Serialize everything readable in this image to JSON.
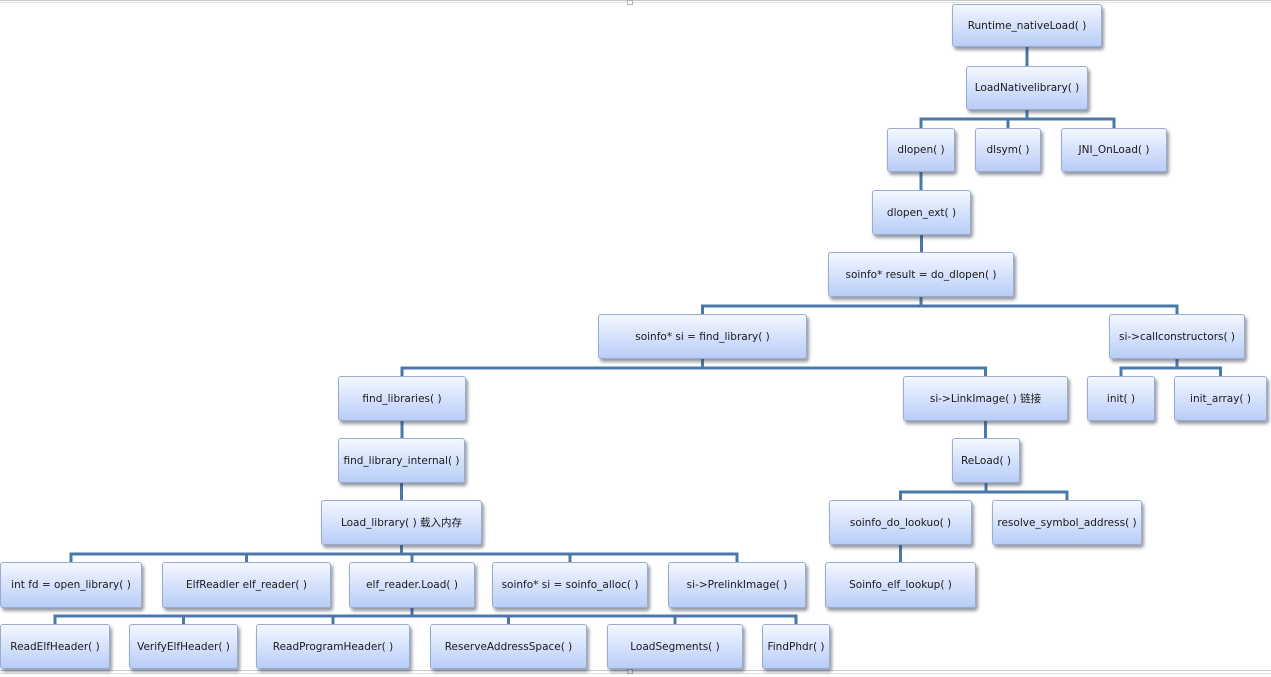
{
  "diagram": {
    "nodes": [
      {
        "id": "runtime_nativeload",
        "label": "Runtime_nativeLoad( )"
      },
      {
        "id": "loadnativelibrary",
        "label": "LoadNativelibrary( )"
      },
      {
        "id": "dlopen",
        "label": "dlopen( )"
      },
      {
        "id": "dlsym",
        "label": "dlsym( )"
      },
      {
        "id": "jni_onload",
        "label": "JNI_OnLoad( )"
      },
      {
        "id": "dlopen_ext",
        "label": "dlopen_ext( )"
      },
      {
        "id": "do_dlopen",
        "label": "soinfo* result = do_dlopen( )"
      },
      {
        "id": "find_library",
        "label": "soinfo* si = find_library( )"
      },
      {
        "id": "callconstructors",
        "label": "si->callconstructors( )"
      },
      {
        "id": "find_libraries",
        "label": "find_libraries( )"
      },
      {
        "id": "linkimage",
        "label": "si->LinkImage( ) 链接"
      },
      {
        "id": "init",
        "label": "init( )"
      },
      {
        "id": "init_array",
        "label": "init_array( )"
      },
      {
        "id": "find_library_internal",
        "label": "find_library_internal( )"
      },
      {
        "id": "reload",
        "label": "ReLoad( )"
      },
      {
        "id": "load_library",
        "label": "Load_library( ) 载入内存"
      },
      {
        "id": "soinfo_do_lookup",
        "label": "soinfo_do_lookuo( )"
      },
      {
        "id": "resolve_symbol_address",
        "label": "resolve_symbol_address( )"
      },
      {
        "id": "open_library",
        "label": "int fd = open_library( )"
      },
      {
        "id": "elf_reader_decl",
        "label": "ElfReadler elf_reader( )"
      },
      {
        "id": "elf_reader_load",
        "label": "elf_reader.Load( )"
      },
      {
        "id": "soinfo_alloc",
        "label": "soinfo* si = soinfo_alloc( )"
      },
      {
        "id": "prelinkimage",
        "label": "si->PrelinkImage( )"
      },
      {
        "id": "soinfo_elf_lookup",
        "label": "Soinfo_elf_lookup( )"
      },
      {
        "id": "readelfheader",
        "label": "ReadElfHeader( )"
      },
      {
        "id": "verifyelfheader",
        "label": "VerifyElfHeader( )"
      },
      {
        "id": "readprogramheader",
        "label": "ReadProgramHeader( )"
      },
      {
        "id": "reserveaddressspace",
        "label": "ReserveAddressSpace( )"
      },
      {
        "id": "loadsegments",
        "label": "LoadSegments( )"
      },
      {
        "id": "findphdr",
        "label": "FindPhdr( )"
      }
    ],
    "edges": [
      [
        "runtime_nativeload",
        "loadnativelibrary"
      ],
      [
        "loadnativelibrary",
        "dlopen"
      ],
      [
        "loadnativelibrary",
        "dlsym"
      ],
      [
        "loadnativelibrary",
        "jni_onload"
      ],
      [
        "dlopen",
        "dlopen_ext"
      ],
      [
        "dlopen_ext",
        "do_dlopen"
      ],
      [
        "do_dlopen",
        "find_library"
      ],
      [
        "do_dlopen",
        "callconstructors"
      ],
      [
        "find_library",
        "find_libraries"
      ],
      [
        "find_library",
        "linkimage"
      ],
      [
        "callconstructors",
        "init"
      ],
      [
        "callconstructors",
        "init_array"
      ],
      [
        "find_libraries",
        "find_library_internal"
      ],
      [
        "find_library_internal",
        "load_library"
      ],
      [
        "linkimage",
        "reload"
      ],
      [
        "reload",
        "soinfo_do_lookup"
      ],
      [
        "reload",
        "resolve_symbol_address"
      ],
      [
        "soinfo_do_lookup",
        "soinfo_elf_lookup"
      ],
      [
        "load_library",
        "open_library"
      ],
      [
        "load_library",
        "elf_reader_decl"
      ],
      [
        "load_library",
        "elf_reader_load"
      ],
      [
        "load_library",
        "soinfo_alloc"
      ],
      [
        "load_library",
        "prelinkimage"
      ],
      [
        "elf_reader_load",
        "readelfheader"
      ],
      [
        "elf_reader_load",
        "verifyelfheader"
      ],
      [
        "elf_reader_load",
        "readprogramheader"
      ],
      [
        "elf_reader_load",
        "reserveaddressspace"
      ],
      [
        "elf_reader_load",
        "loadsegments"
      ],
      [
        "elf_reader_load",
        "findphdr"
      ]
    ]
  }
}
